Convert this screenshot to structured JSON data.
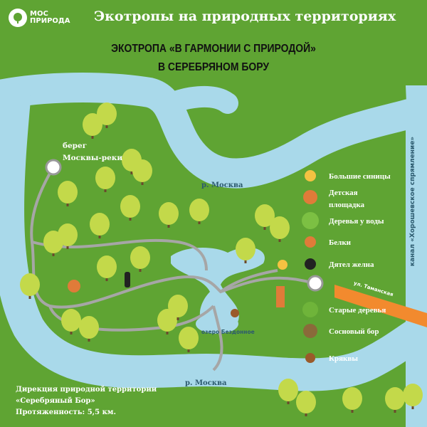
{
  "header": {
    "logo_line1": "МОС",
    "logo_line2": "ПРИРОДА",
    "title": "Экотропы на природных территориях"
  },
  "trail": {
    "title_line1": "ЭКОТРОПА «В ГАРМОНИИ С ПРИРОДОЙ»",
    "title_line2": "В СЕРЕБРЯНОМ БОРУ"
  },
  "map_labels": {
    "riverbank": [
      "берег",
      "Москвы-реки"
    ],
    "river_top": "р. Москва",
    "river_bottom": "р. Москва",
    "lake": "озеро Бездонное",
    "street": "ул. Таманская",
    "canal": "канал «Хорошевское спрямление»"
  },
  "legend": [
    {
      "label": "Большие синицы",
      "icon": "tit-bird-icon"
    },
    {
      "label": "Детская площадка",
      "icon": "playground-icon"
    },
    {
      "label": "Деревья у воды",
      "icon": "waterside-tree-icon"
    },
    {
      "label": "Белки",
      "icon": "squirrel-icon"
    },
    {
      "label": "Дятел желна",
      "icon": "woodpecker-icon"
    },
    {
      "label": "Старые деревья",
      "icon": "old-tree-icon"
    },
    {
      "label": "Сосновый бор",
      "icon": "pine-icon"
    },
    {
      "label": "Кряквы",
      "icon": "duck-icon"
    }
  ],
  "footer": {
    "line1": "Дирекция природной территории",
    "line2": "«Серебряный Бор»",
    "line3": "Протяженность: 5,5 км."
  },
  "colors": {
    "ground": "#5fa433",
    "water": "#a9d9ea",
    "path": "#a6a6a6",
    "road": "#f28a2e"
  }
}
